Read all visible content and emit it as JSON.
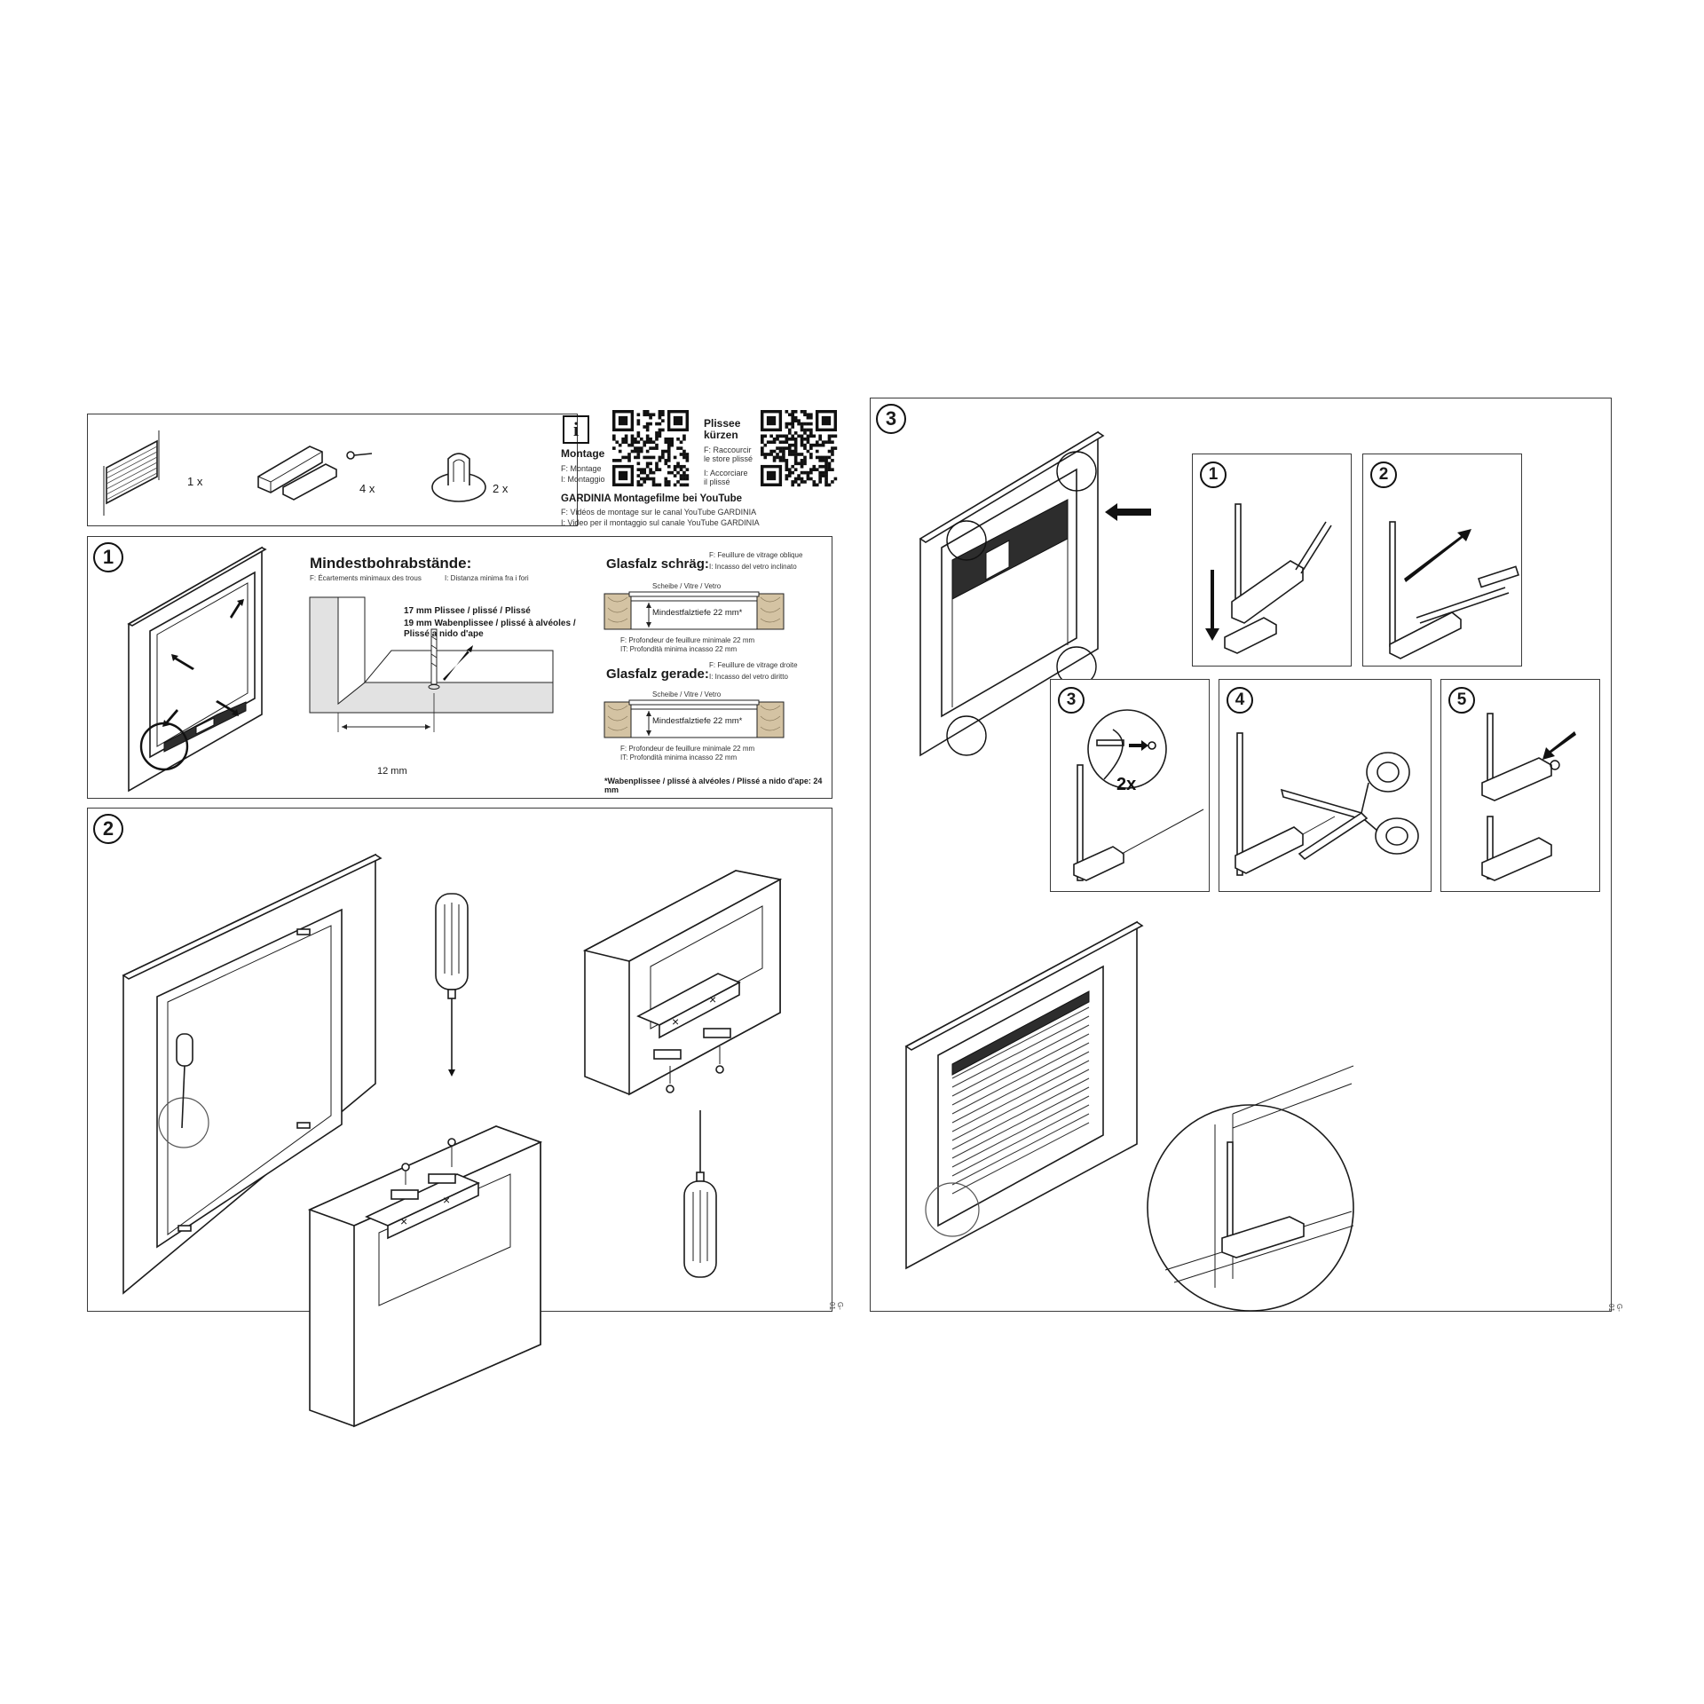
{
  "parts": {
    "item1_qty": "1 x",
    "item2_qty": "4 x",
    "item3_qty": "2 x"
  },
  "info": {
    "montage_title": "Montage",
    "montage_f": "F: Montage",
    "montage_i": "I: Montaggio",
    "kuerzen_title_1": "Plissee",
    "kuerzen_title_2": "kürzen",
    "kuerzen_f_1": "F: Raccourcir",
    "kuerzen_f_2": "le store plissé",
    "kuerzen_i_1": "I: Accorciare",
    "kuerzen_i_2": "il plissé",
    "youtube_title": "GARDINIA Montagefilme bei YouTube",
    "youtube_f": "F: Vidéos de montage sur le canal YouTube GARDINIA",
    "youtube_i": "I: Video per il montaggio sul canale YouTube GARDINIA",
    "info_icon": "i"
  },
  "step1": {
    "number": "1",
    "heading": "Mindestbohrabstände:",
    "heading_f": "F: Écartements minimaux des trous",
    "heading_i": "I: Distanza minima fra i fori",
    "label_17": "17 mm Plissee / plissé / Plissé",
    "label_19_1": "19 mm Wabenplissee / plissé à alvéoles /",
    "label_19_2": "Plissé a nido d'ape",
    "dim_12": "12 mm",
    "schraeg_title": "Glasfalz schräg:",
    "schraeg_f": "F: Feuillure de vitrage oblique",
    "schraeg_i": "I: Incasso del vetro inclinato",
    "scheibe_1": "Scheibe / Vitre / Vetro",
    "depth_1": "Mindestfalztiefe 22 mm*",
    "schraeg_note_f": "F: Profondeur de feuillure minimale 22 mm",
    "schraeg_note_it": "IT: Profondità minima incasso 22 mm",
    "gerade_title": "Glasfalz gerade:",
    "gerade_f": "F: Feuillure de vitrage droite",
    "gerade_i": "I: Incasso del vetro diritto",
    "scheibe_2": "Scheibe / Vitre / Vetro",
    "depth_2": "Mindestfalztiefe 22 mm*",
    "gerade_note_f": "F: Profondeur de feuillure minimale 22 mm",
    "gerade_note_it": "IT: Profondità minima incasso 22 mm",
    "footnote": "*Wabenplissee / plissé à alvéoles / Plissé a nido d'ape: 24 mm"
  },
  "step2": {
    "number": "2",
    "code": "G-01"
  },
  "step3": {
    "number": "3",
    "sub1": "1",
    "sub2": "2",
    "sub3": "3",
    "sub4": "4",
    "sub5": "5",
    "twice": "2x",
    "code": "G-01"
  },
  "colors": {
    "line": "#1c1c1c",
    "frame_fill": "#ffffff",
    "dark_fabric": "#2d2d2d",
    "grey": "#d9d9d9"
  }
}
